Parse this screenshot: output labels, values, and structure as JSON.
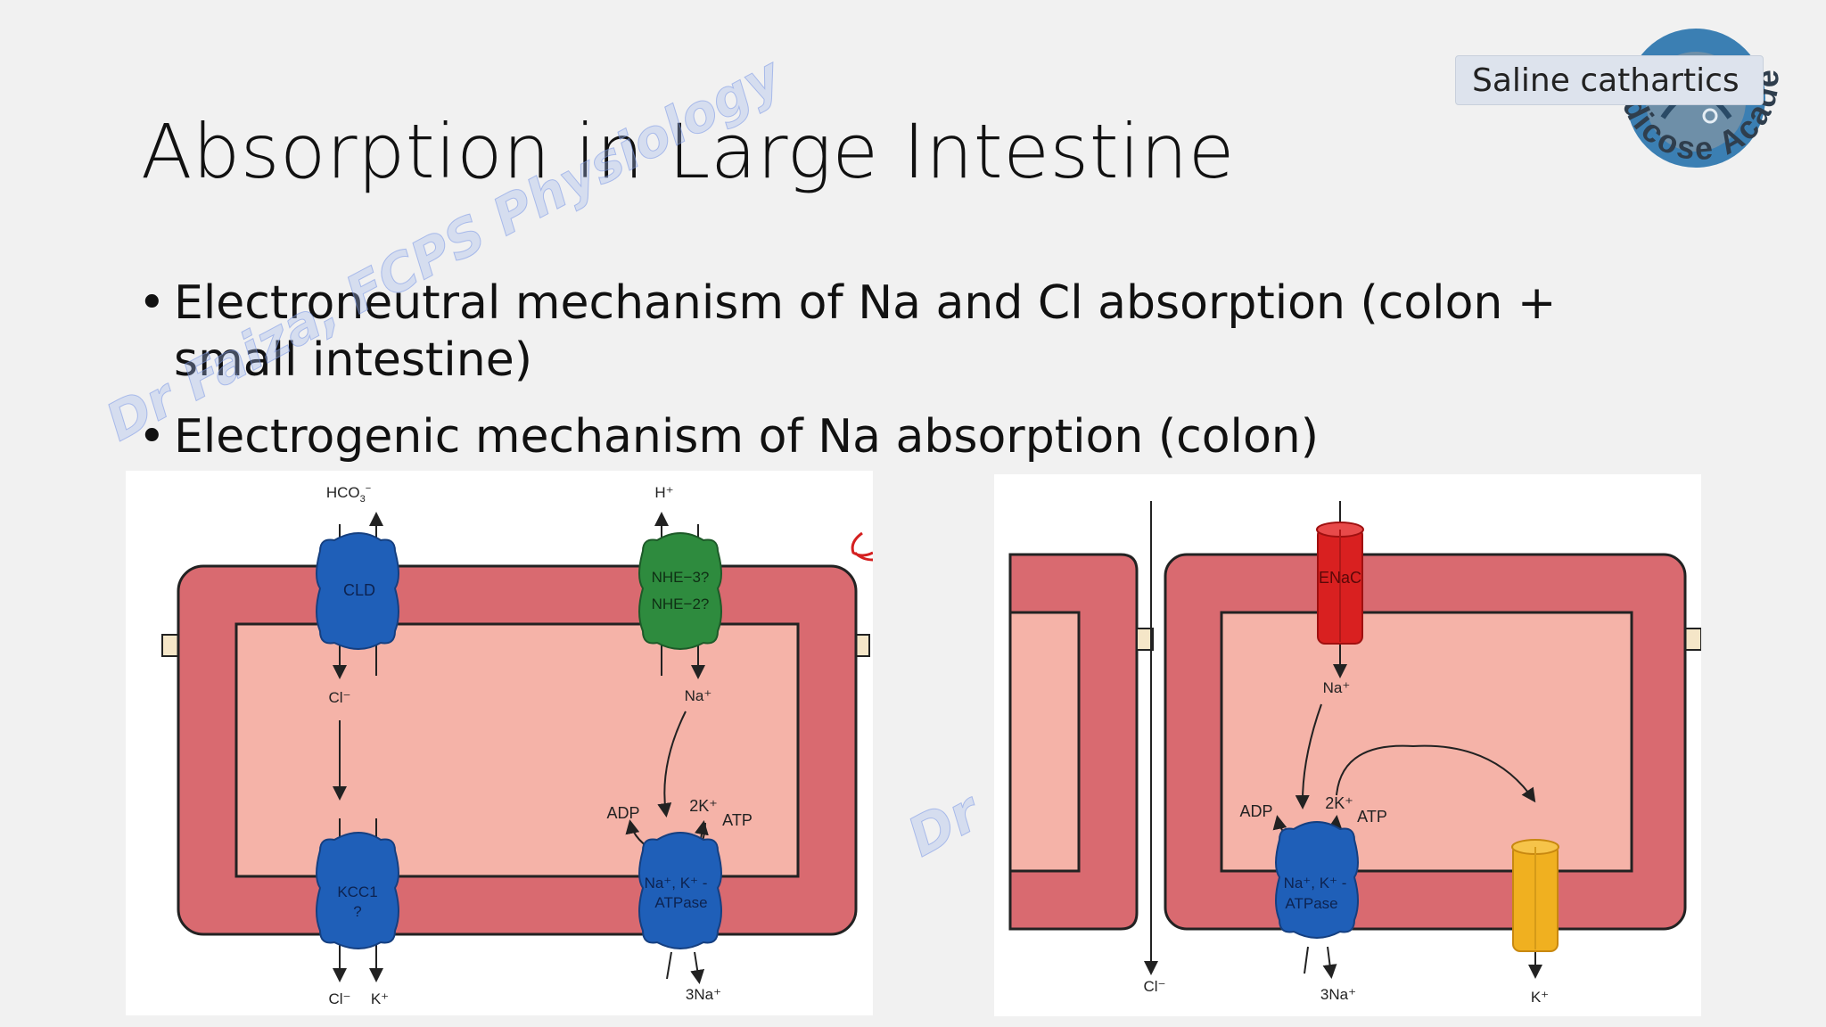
{
  "slide": {
    "title": "Absorption in Large Intestine",
    "bullets": [
      "Electroneutral mechanism of Na and Cl absorption (colon + small intestine)",
      "Electrogenic mechanism of Na absorption (colon)"
    ],
    "bullet_symbol": "•",
    "watermark": "Dr Faiza, FCPS Physiology",
    "watermark_fragment": "Dr",
    "label": "Saline cathartics",
    "logo_text": "dicose Academics"
  },
  "diagram_left": {
    "hco3": "HCO",
    "hco3_sub": "3",
    "hco3_sup": "−",
    "h_plus": "H⁺",
    "cld": "CLD",
    "nhe3": "NHE−3?",
    "nhe2": "NHE−2?",
    "cl_minus": "Cl⁻",
    "na_plus": "Na⁺",
    "adp": "ADP",
    "two_k": "2K⁺",
    "atp": "ATP",
    "kcc1": "KCC1",
    "kcc1_q": "?",
    "pump_line1": "Na⁺, K⁺ -",
    "pump_line2": "ATPase",
    "cl_bottom": "Cl⁻",
    "k_bottom": "K⁺",
    "three_na": "3Na⁺"
  },
  "diagram_right": {
    "enac": "ENaC",
    "na_plus": "Na⁺",
    "adp": "ADP",
    "two_k": "2K⁺",
    "atp": "ATP",
    "pump_line1": "Na⁺, K⁺ -",
    "pump_line2": "ATPase",
    "cl_minus": "Cl⁻",
    "three_na": "3Na⁺",
    "k_plus": "K⁺"
  },
  "colors": {
    "cell_outer": "#d96a70",
    "cell_inner": "#f5b3a8",
    "transporter_blue": "#1f5fb8",
    "transporter_green": "#2e8b3e",
    "enac_red": "#d92020",
    "channel_yellow": "#f0b020",
    "junction": "#f5e6c8"
  }
}
